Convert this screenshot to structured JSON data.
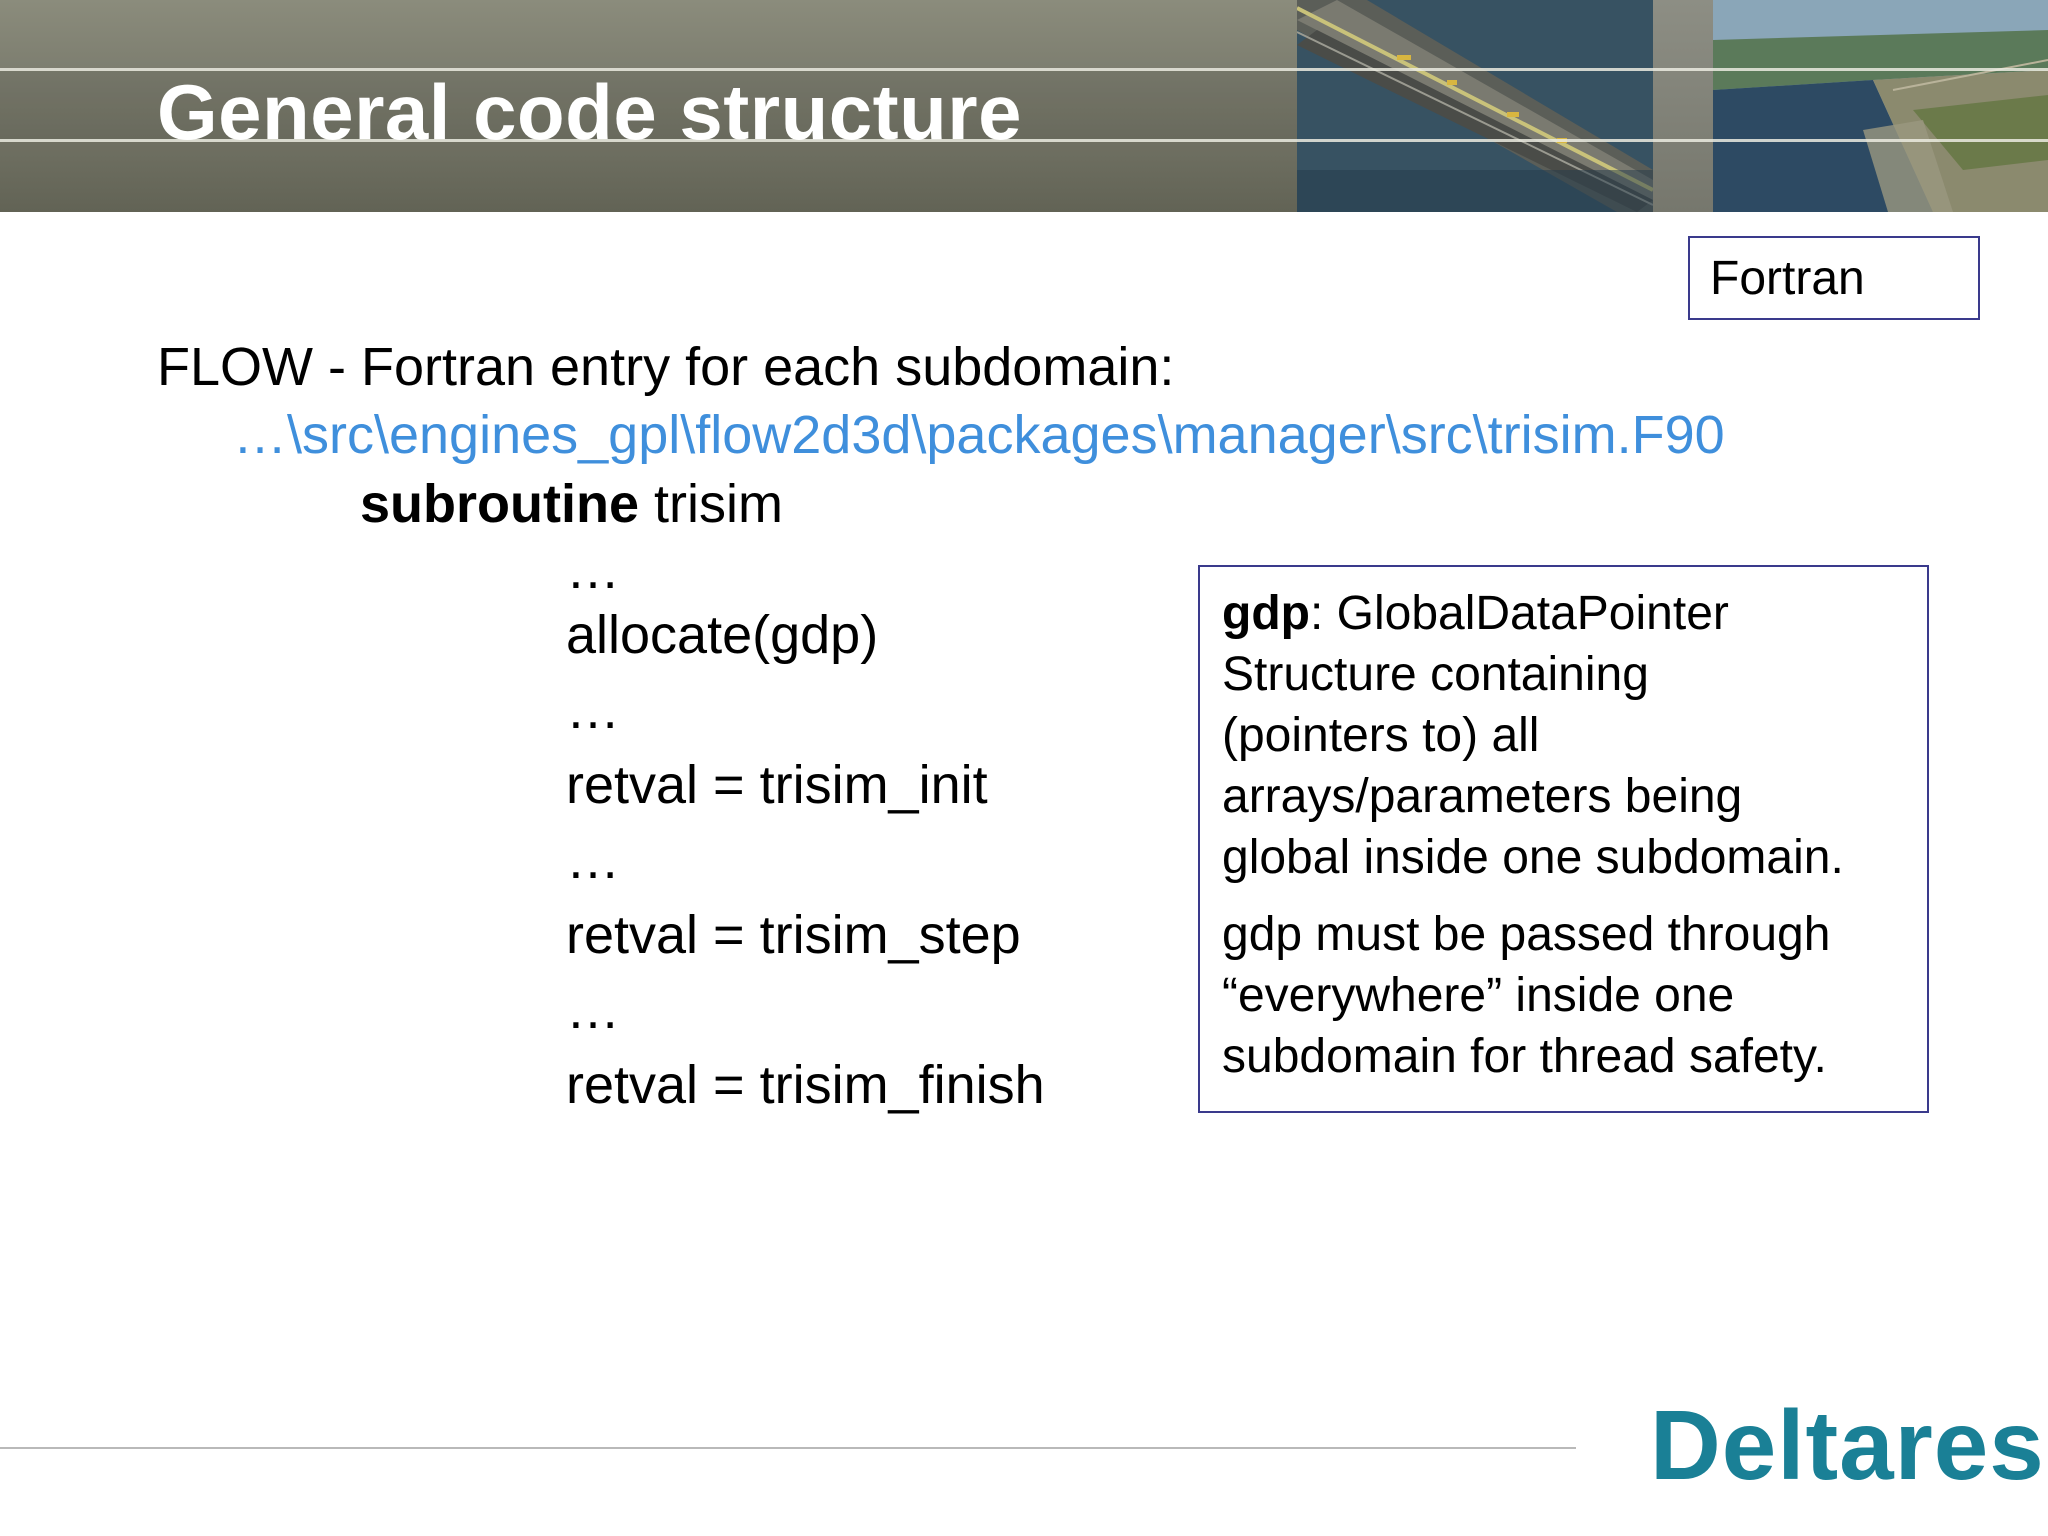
{
  "header": {
    "title": "General code structure"
  },
  "language_box": {
    "label": "Fortran"
  },
  "body": {
    "flow_line": "FLOW - Fortran entry for each subdomain:",
    "path_line": "…\\src\\engines_gpl\\flow2d3d\\packages\\manager\\src\\trisim.F90",
    "subroutine_keyword": "subroutine",
    "subroutine_name": " trisim",
    "code_lines": [
      "…",
      "allocate(gdp)",
      "…",
      "retval = trisim_init",
      "…",
      "retval = trisim_step",
      "…",
      "retval = trisim_finish"
    ]
  },
  "info_box": {
    "term": "gdp",
    "definition": ": GlobalDataPointer",
    "description_lines": [
      "Structure containing",
      "(pointers to) all",
      "arrays/parameters being",
      "global inside one subdomain."
    ],
    "note_lines": [
      "gdp must be passed through",
      "“everywhere” inside one",
      "subdomain for thread safety."
    ]
  },
  "footer": {
    "logo": "Deltares"
  },
  "colors": {
    "header_bg": "#7a7b6d",
    "path_link": "#3f8fdc",
    "box_border": "#3a3a8c",
    "logo": "#1a8096"
  }
}
